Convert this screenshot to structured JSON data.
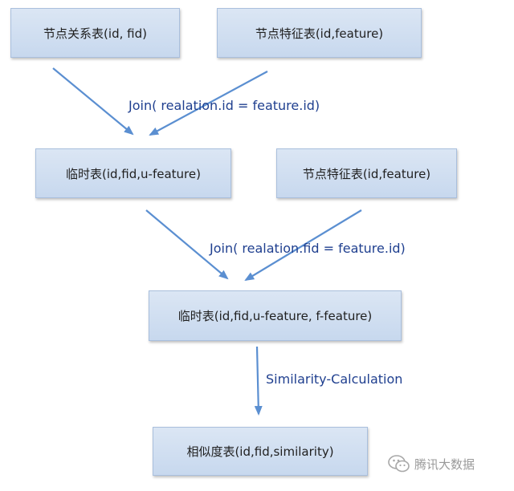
{
  "boxes": {
    "node_relation_table": "节点关系表(id, fid)",
    "node_feature_table": "节点特征表(id,feature)",
    "temp_table_u": "临时表(id,fid,u-feature)",
    "node_feature_table_2": "节点特征表(id,feature)",
    "temp_table_uf": "临时表(id,fid,u-feature, f-feature)",
    "similarity_table": "相似度表(id,fid,similarity)"
  },
  "labels": {
    "join_1": "Join( realation.id = feature.id)",
    "join_2": "Join( realation.fid = feature.id)",
    "similarity_calc": "Similarity-Calculation"
  },
  "watermark": {
    "icon": "wechat-icon",
    "text": "腾讯大数据"
  },
  "colors": {
    "box_fill": "#c7d8ee",
    "arrow": "#5b8fd1",
    "label_text": "#1f3f8f"
  }
}
